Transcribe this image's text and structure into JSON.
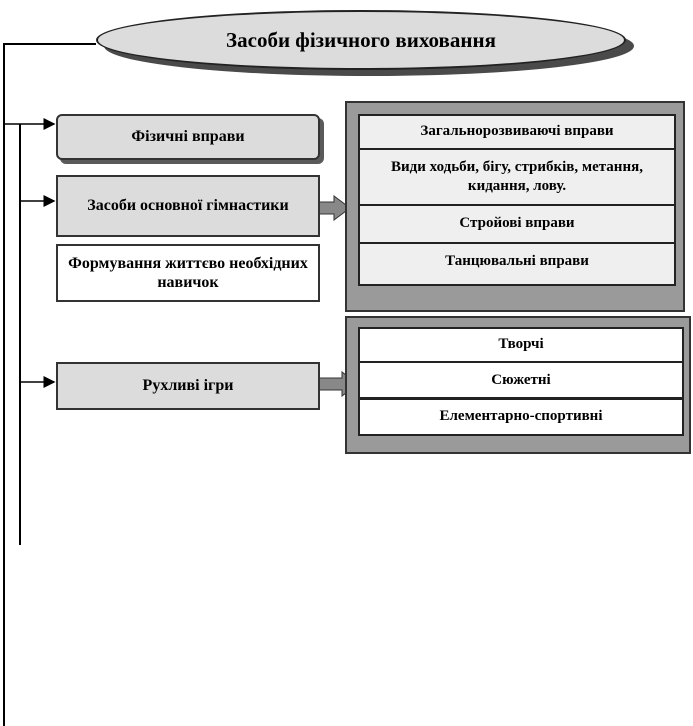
{
  "title": "Засоби фізичного виховання",
  "left_boxes": {
    "physical_exercises": "Фізичні вправи",
    "basic_gymnastics": "Засоби основної гімнастики",
    "life_skills": "Формування життєво необхідних навичок",
    "outdoor_games": "Рухливі ігри"
  },
  "gymnastics_items": [
    "Загальнорозвиваючі вправи",
    "Види ходьби, бігу, стрибків, метання, кидання, лову.",
    "Стройові вправи",
    "Танцювальні вправи"
  ],
  "games_items": [
    "Творчі",
    "Сюжетні",
    "Елементарно-спортивні"
  ]
}
